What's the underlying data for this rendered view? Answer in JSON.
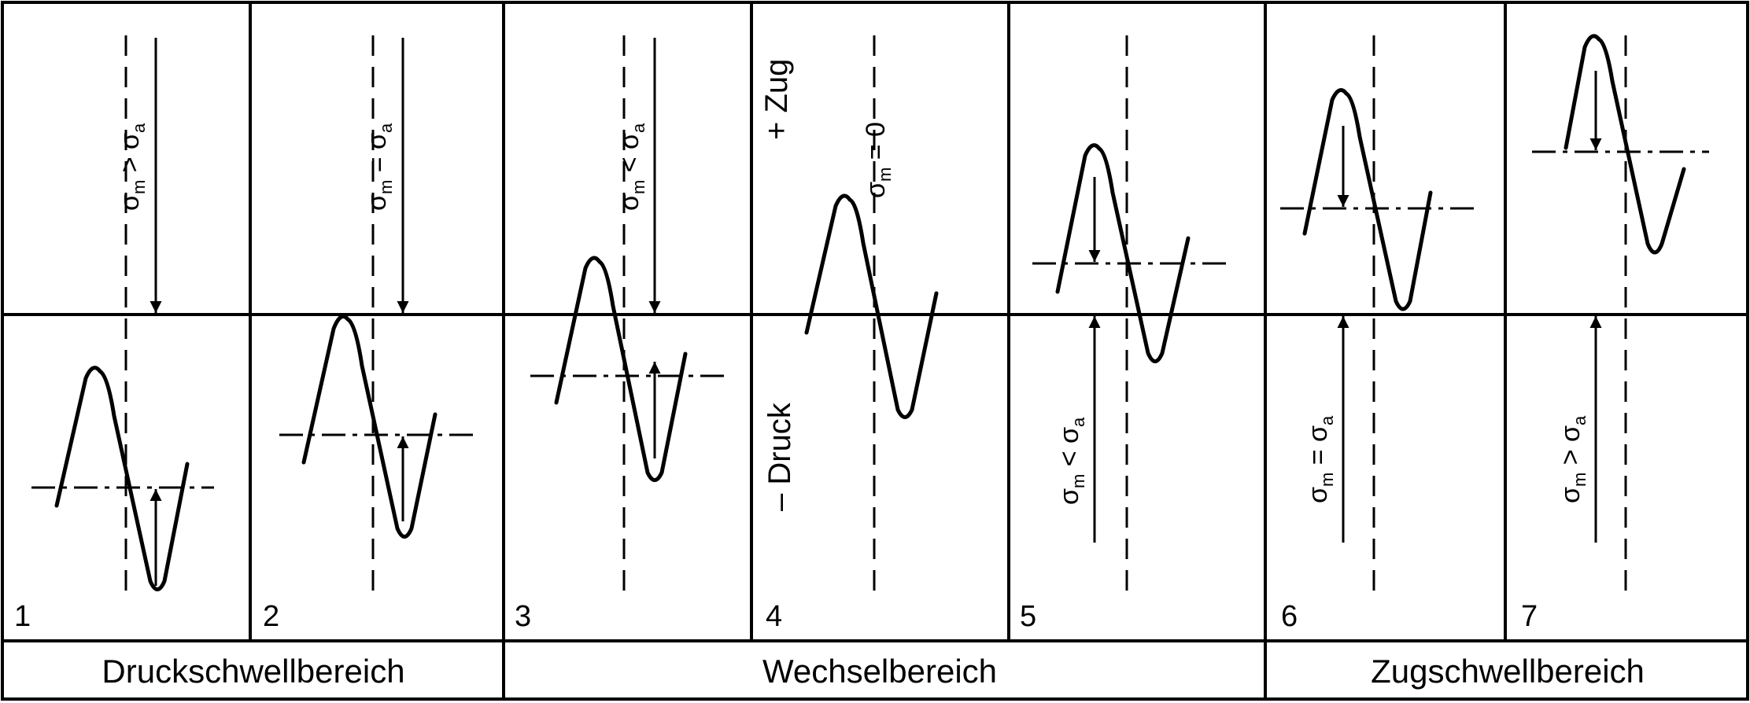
{
  "panels": [
    {
      "number": "1",
      "label_main": "σ",
      "label_sub1": "m",
      "label_op": " > σ",
      "label_sub2": "a"
    },
    {
      "number": "2",
      "label_main": "σ",
      "label_sub1": "m",
      "label_op": " = σ",
      "label_sub2": "a"
    },
    {
      "number": "3",
      "label_main": "σ",
      "label_sub1": "m",
      "label_op": " < σ",
      "label_sub2": "a"
    },
    {
      "number": "4",
      "label_main": "σ",
      "label_sub1": "m",
      "label_op": " = 0",
      "label_sub2": "",
      "zug": "+ Zug",
      "druck": "– Druck"
    },
    {
      "number": "5",
      "label_main": "σ",
      "label_sub1": "m",
      "label_op": " < σ",
      "label_sub2": "a"
    },
    {
      "number": "6",
      "label_main": "σ",
      "label_sub1": "m",
      "label_op": " = σ",
      "label_sub2": "a"
    },
    {
      "number": "7",
      "label_main": "σ",
      "label_sub1": "m",
      "label_op": " > σ",
      "label_sub2": "a"
    }
  ],
  "categories": {
    "druckschwell": "Druckschwellbereich",
    "wechsel": "Wechselbereich",
    "zugschwell": "Zugschwellbereich"
  }
}
